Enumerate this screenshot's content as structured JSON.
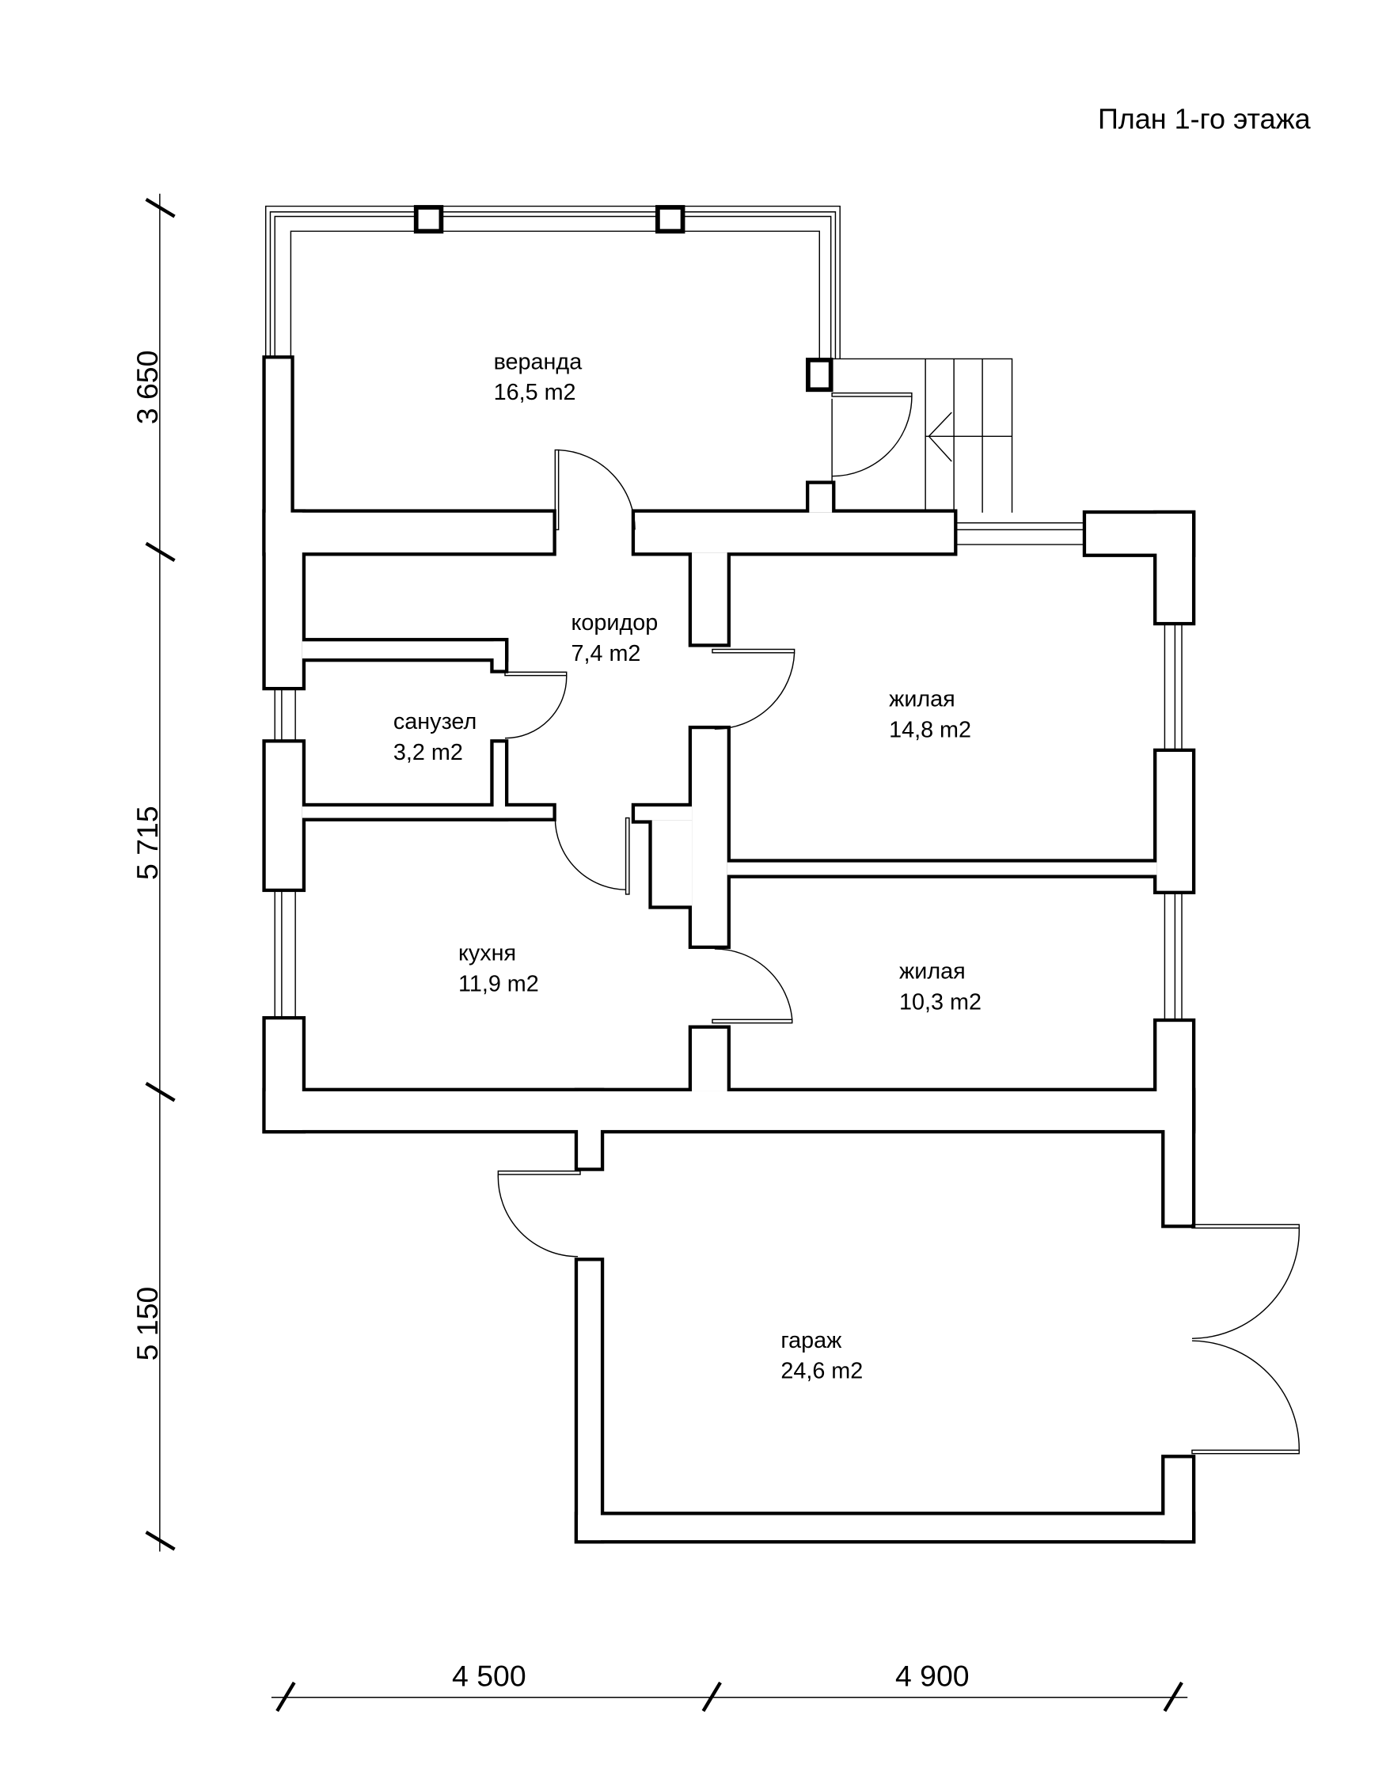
{
  "title": "План 1-го этажа",
  "rooms": [
    {
      "name": "веранда",
      "area": "16,5 m2"
    },
    {
      "name": "коридор",
      "area": "7,4 m2"
    },
    {
      "name": "санузел",
      "area": "3,2 m2"
    },
    {
      "name": "жилая",
      "area": "14,8 m2"
    },
    {
      "name": "кухня",
      "area": "11,9 m2"
    },
    {
      "name": "жилая",
      "area": "10,3 m2"
    },
    {
      "name": "гараж",
      "area": "24,6 m2"
    }
  ],
  "dimensions": {
    "vertical": [
      "3 650",
      "5 715",
      "5 150"
    ],
    "horizontal": [
      "4 500",
      "4 900"
    ]
  }
}
